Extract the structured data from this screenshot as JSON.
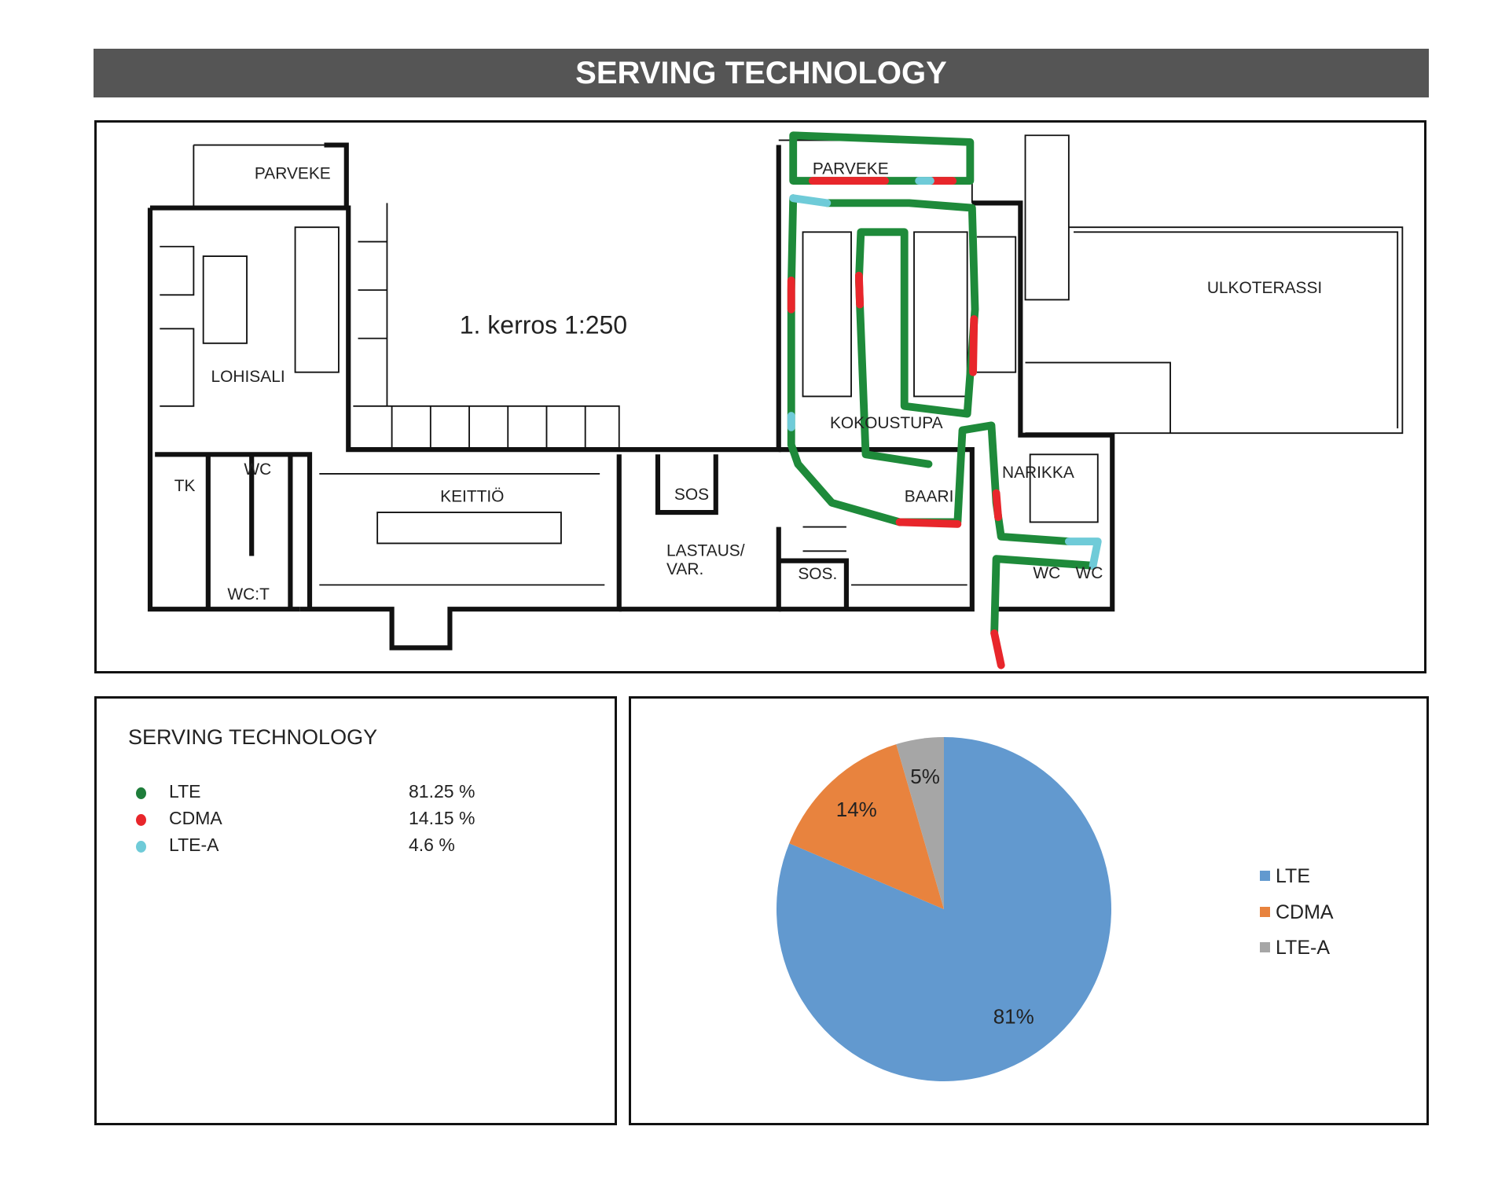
{
  "header": {
    "title": "SERVING TECHNOLOGY"
  },
  "floor_plan": {
    "scale_label": "1. kerros 1:250",
    "rooms": [
      "PARVEKE",
      "LOHISALI",
      "TK",
      "WC",
      "WC:T",
      "KEITTIÖ",
      "SOS",
      "LASTAUS/",
      "VAR.",
      "SOS.",
      "PARVEKE",
      "KOKOUSTUPA",
      "BAARI",
      "NARIKKA",
      "WC",
      "WC",
      "ULKOTERASSI"
    ],
    "route_colors": {
      "LTE": "#1e8a3a",
      "CDMA": "#e8262b",
      "LTE-A": "#6fcbd8"
    }
  },
  "legend": {
    "title": "SERVING TECHNOLOGY",
    "items": [
      {
        "label": "LTE",
        "value": "81.25 %",
        "color": "#1e7d3a"
      },
      {
        "label": "CDMA",
        "value": "14.15 %",
        "color": "#e8262b"
      },
      {
        "label": "LTE-A",
        "value": "4.6 %",
        "color": "#6fcbd8"
      }
    ]
  },
  "chart_data": {
    "type": "pie",
    "categories": [
      "LTE",
      "CDMA",
      "LTE-A"
    ],
    "values": [
      81.25,
      14.15,
      4.6
    ],
    "data_labels": [
      "81%",
      "14%",
      "5%"
    ],
    "colors": [
      "#6299cf",
      "#e8833e",
      "#a6a6a6"
    ],
    "legend_position": "right"
  }
}
